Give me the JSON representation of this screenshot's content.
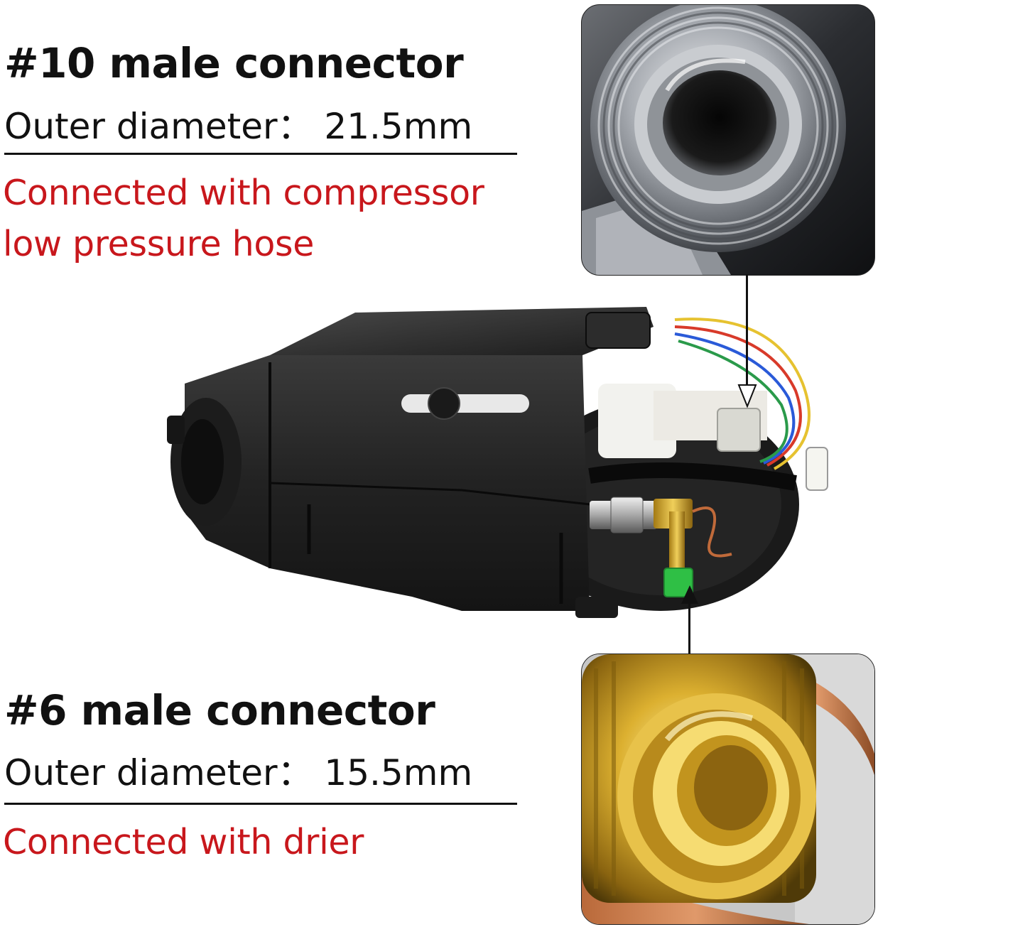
{
  "top_connector": {
    "title": "#10 male connector",
    "spec": "Outer diameter： 21.5mm",
    "description_line1": "Connected with compressor",
    "description_line2": "low pressure hose"
  },
  "bottom_connector": {
    "title": "#6 male connector",
    "spec": "Outer diameter： 15.5mm",
    "description_line1": "Connected with drier"
  },
  "colors": {
    "title_text": "#111111",
    "description_text": "#c8171c",
    "unit_body": "#1e1e1e",
    "brass": "#d4a520",
    "chrome": "#b8bcc2",
    "green_cap": "#2fbf45"
  }
}
